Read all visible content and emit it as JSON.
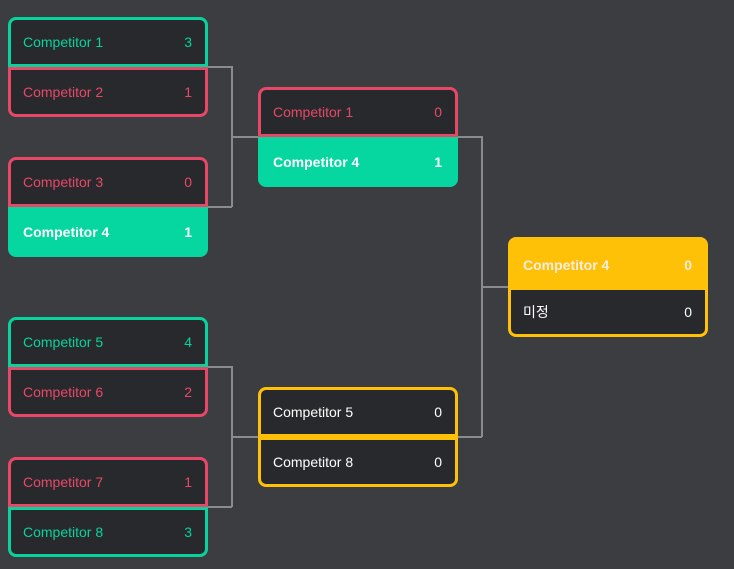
{
  "colors": {
    "background": "#3c3d40",
    "card": "#28292d",
    "win": "#06d6a0",
    "lose": "#e84867",
    "pending": "#ffc107",
    "connector": "#8a8b8e"
  },
  "rounds": [
    {
      "matches": [
        {
          "slots": [
            {
              "name": "Competitor 1",
              "score": "3",
              "status": "win"
            },
            {
              "name": "Competitor 2",
              "score": "1",
              "status": "lose"
            }
          ]
        },
        {
          "slots": [
            {
              "name": "Competitor 3",
              "score": "0",
              "status": "lose"
            },
            {
              "name": "Competitor 4",
              "score": "1",
              "status": "win-highlight"
            }
          ]
        },
        {
          "slots": [
            {
              "name": "Competitor 5",
              "score": "4",
              "status": "win"
            },
            {
              "name": "Competitor 6",
              "score": "2",
              "status": "lose"
            }
          ]
        },
        {
          "slots": [
            {
              "name": "Competitor 7",
              "score": "1",
              "status": "lose"
            },
            {
              "name": "Competitor 8",
              "score": "3",
              "status": "win"
            }
          ]
        }
      ]
    },
    {
      "matches": [
        {
          "slots": [
            {
              "name": "Competitor 1",
              "score": "0",
              "status": "lose"
            },
            {
              "name": "Competitor 4",
              "score": "1",
              "status": "win-highlight"
            }
          ]
        },
        {
          "slots": [
            {
              "name": "Competitor 5",
              "score": "0",
              "status": "pending"
            },
            {
              "name": "Competitor 8",
              "score": "0",
              "status": "pending"
            }
          ]
        }
      ]
    },
    {
      "matches": [
        {
          "slots": [
            {
              "name": "Competitor 4",
              "score": "0",
              "status": "pending-highlight"
            },
            {
              "name": "미정",
              "score": "0",
              "status": "pending"
            }
          ]
        }
      ]
    }
  ]
}
